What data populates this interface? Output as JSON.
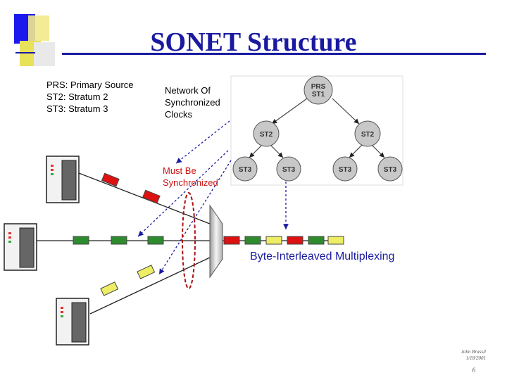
{
  "title": "SONET Structure",
  "legend": {
    "lines": [
      "PRS: Primary Source",
      "ST2:  Stratum 2",
      "ST3:  Stratum 3"
    ]
  },
  "network_label": [
    "Network Of",
    "Synchronized",
    "Clocks"
  ],
  "sync_label": [
    "Must Be",
    "Synchronized"
  ],
  "mux_label": "Byte-Interleaved Multiplexing",
  "hierarchy": {
    "root": [
      "PRS",
      "ST1"
    ],
    "level2": [
      "ST2",
      "ST2"
    ],
    "level3": [
      "ST3",
      "ST3",
      "ST3",
      "ST3"
    ]
  },
  "footer": {
    "author": "John Brassil",
    "date": "1/18/2001",
    "page": "6"
  },
  "colors": {
    "title": "#1a1aa0",
    "red_frame": "#dd1111",
    "green_frame": "#2e8b2e",
    "yellow_frame": "#eeee66",
    "node_fill": "#c8c8c8"
  }
}
